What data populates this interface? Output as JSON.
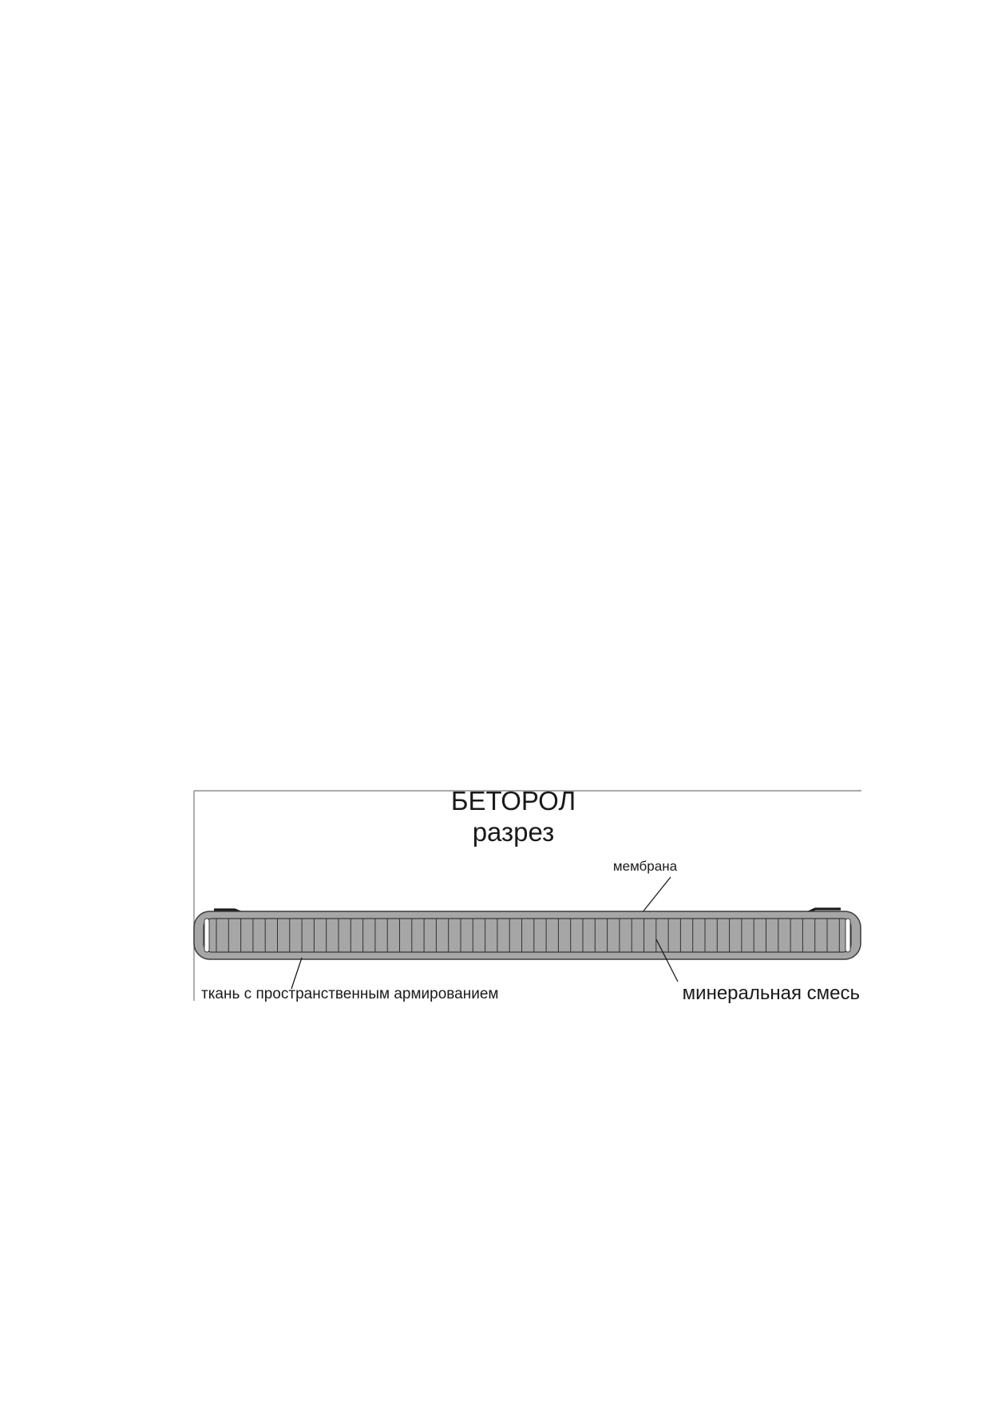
{
  "diagram": {
    "title": "БЕТОРОЛ",
    "subtitle": "разрез",
    "labels": {
      "membrane": "мембрана",
      "fabric": "ткань с пространственным армированием",
      "mineral_mix": "минеральная смесь"
    },
    "colors": {
      "fill": "#a6a6a6",
      "outline": "#1a1a1a",
      "rib": "#333333",
      "frame": "#777777"
    }
  }
}
